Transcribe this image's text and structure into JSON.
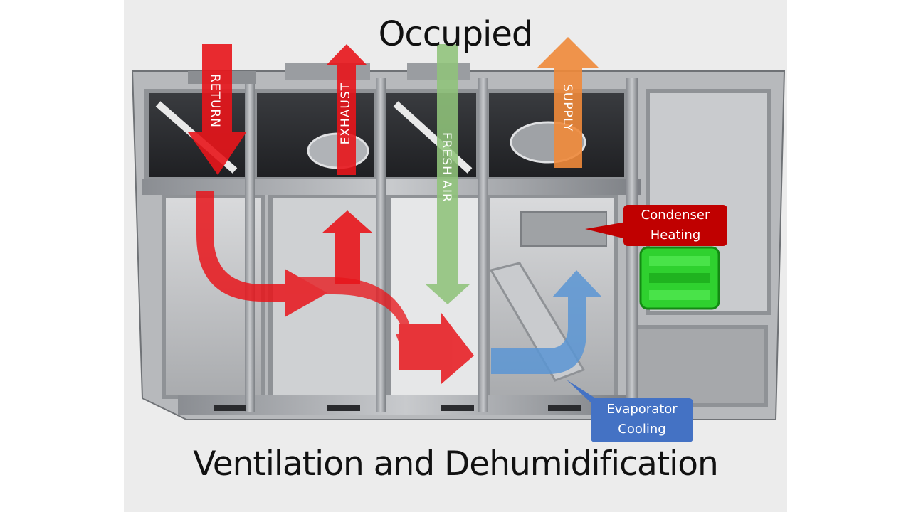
{
  "titles": {
    "top": "Occupied",
    "bottom": "Ventilation and Dehumidification"
  },
  "flows": {
    "return": "RETURN",
    "exhaust": "EXHAUST",
    "fresh_air": "FRESH AIR",
    "supply": "SUPPLY"
  },
  "callouts": {
    "condenser": [
      "Condenser",
      "Heating"
    ],
    "evaporator": [
      "Evaporator",
      "Cooling"
    ]
  },
  "colors": {
    "return_air": "#e8151b",
    "exhaust_air": "#e8151b",
    "fresh_air": "#8fc37a",
    "supply_air": "#ef8a3a",
    "evaporator_cooling": "#5a95d4",
    "condenser_callout": "#c00000",
    "evaporator_callout": "#4472c4",
    "compressor": "#2fd12f"
  }
}
